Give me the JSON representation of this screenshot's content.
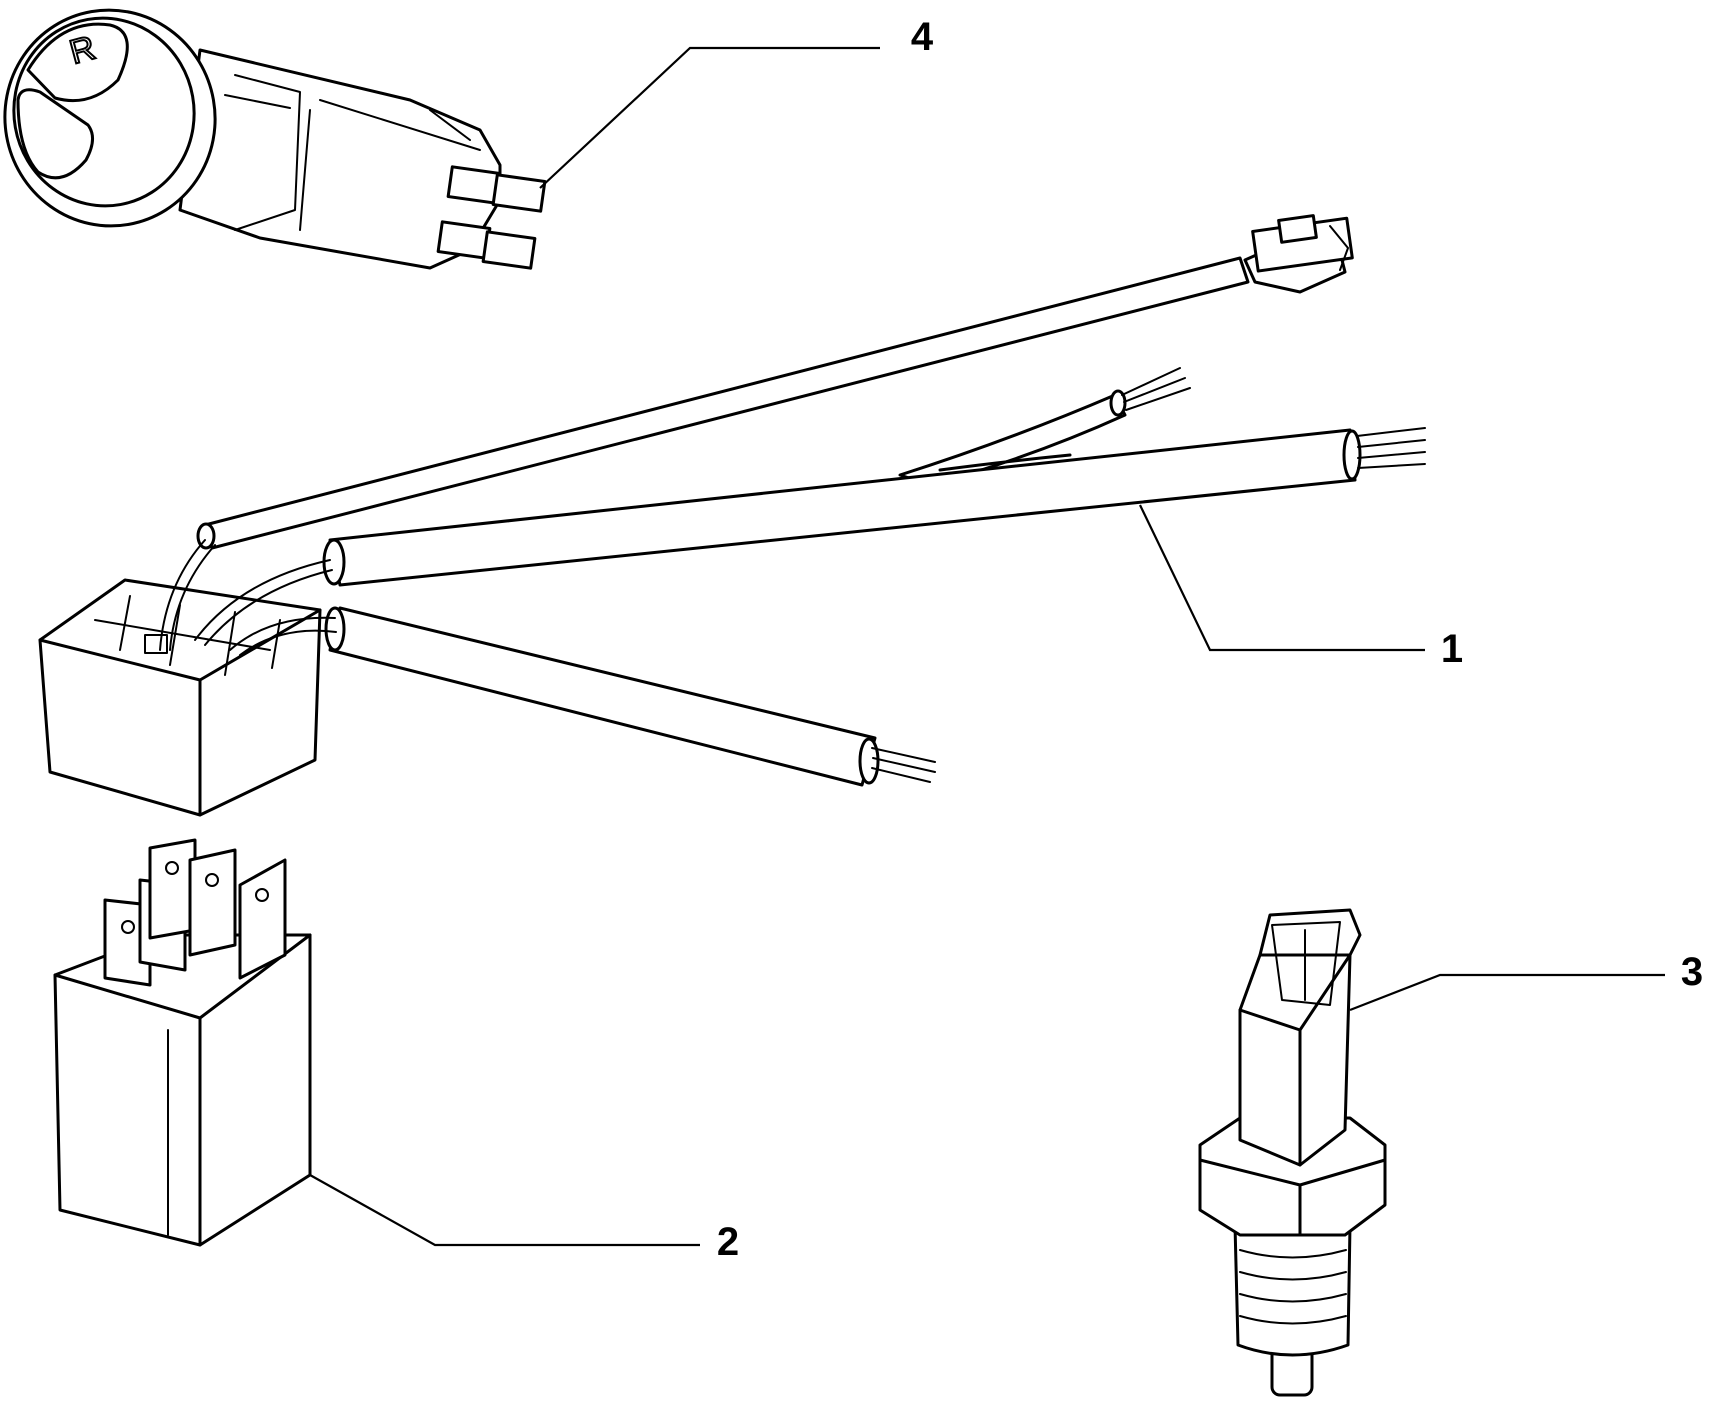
{
  "callouts": [
    {
      "id": "1",
      "label": "1",
      "part": "wiring-harness"
    },
    {
      "id": "2",
      "label": "2",
      "part": "relay"
    },
    {
      "id": "3",
      "label": "3",
      "part": "reverse-light-switch"
    },
    {
      "id": "4",
      "label": "4",
      "part": "push-button-switch"
    }
  ],
  "switch_button_glyph": "R"
}
